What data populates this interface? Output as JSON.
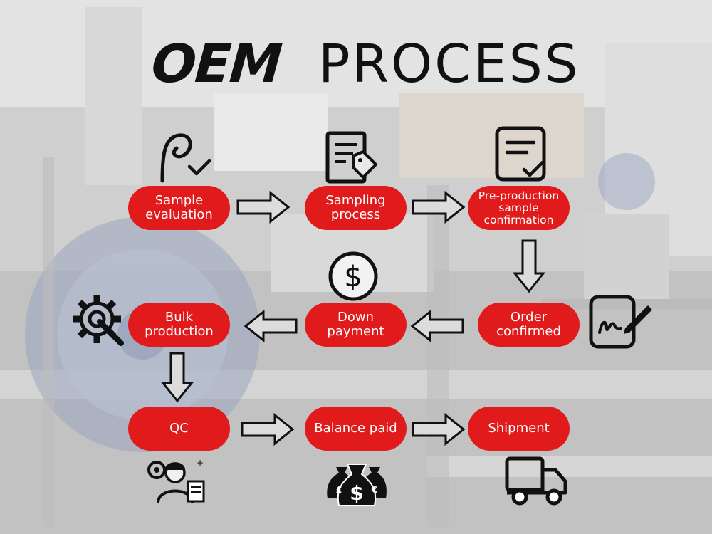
{
  "title": {
    "part1": "OEM",
    "part2": "PROCESS"
  },
  "colors": {
    "step_fill": "#e11b1b",
    "step_text": "#ffffff",
    "title_text": "#111111",
    "arrow_stroke": "#111111",
    "arrow_fill": "#d9d9d9"
  },
  "steps": [
    {
      "label": "Sample\nevaluation",
      "icon": "signature-check-icon"
    },
    {
      "label": "Sampling\nprocess",
      "icon": "document-tag-icon"
    },
    {
      "label": "Pre-production\nsample\nconfirmation",
      "icon": "checklist-icon"
    },
    {
      "label": "Order\nconfirmed",
      "icon": "signing-pen-icon"
    },
    {
      "label": "Down\npayment",
      "icon": "dollar-coin-icon"
    },
    {
      "label": "Bulk\nproduction",
      "icon": "gear-wrench-icon"
    },
    {
      "label": "QC",
      "icon": "inspector-gear-icon"
    },
    {
      "label": "Balance paid",
      "icon": "money-bags-icon"
    },
    {
      "label": "Shipment",
      "icon": "delivery-truck-icon"
    }
  ]
}
